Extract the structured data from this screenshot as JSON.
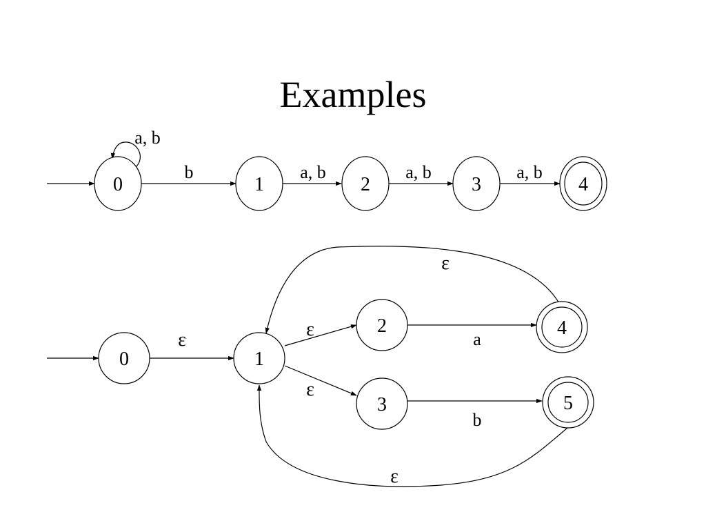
{
  "title": "Examples",
  "diagram_1": {
    "states": [
      "0",
      "1",
      "2",
      "3",
      "4"
    ],
    "accepting": [
      "4"
    ],
    "start": "0",
    "transitions": {
      "loop_0": "a, b",
      "t_0_1": "b",
      "t_1_2": "a, b",
      "t_2_3": "a, b",
      "t_3_4": "a, b"
    }
  },
  "diagram_2": {
    "states": [
      "0",
      "1",
      "2",
      "3",
      "4",
      "5"
    ],
    "accepting": [
      "4",
      "5"
    ],
    "start": "0",
    "transitions": {
      "t_0_1": "ε",
      "t_1_2": "ε",
      "t_1_3": "ε",
      "t_2_4": "a",
      "t_3_5": "b",
      "t_4_1": "ε",
      "t_5_1": "ε"
    }
  }
}
